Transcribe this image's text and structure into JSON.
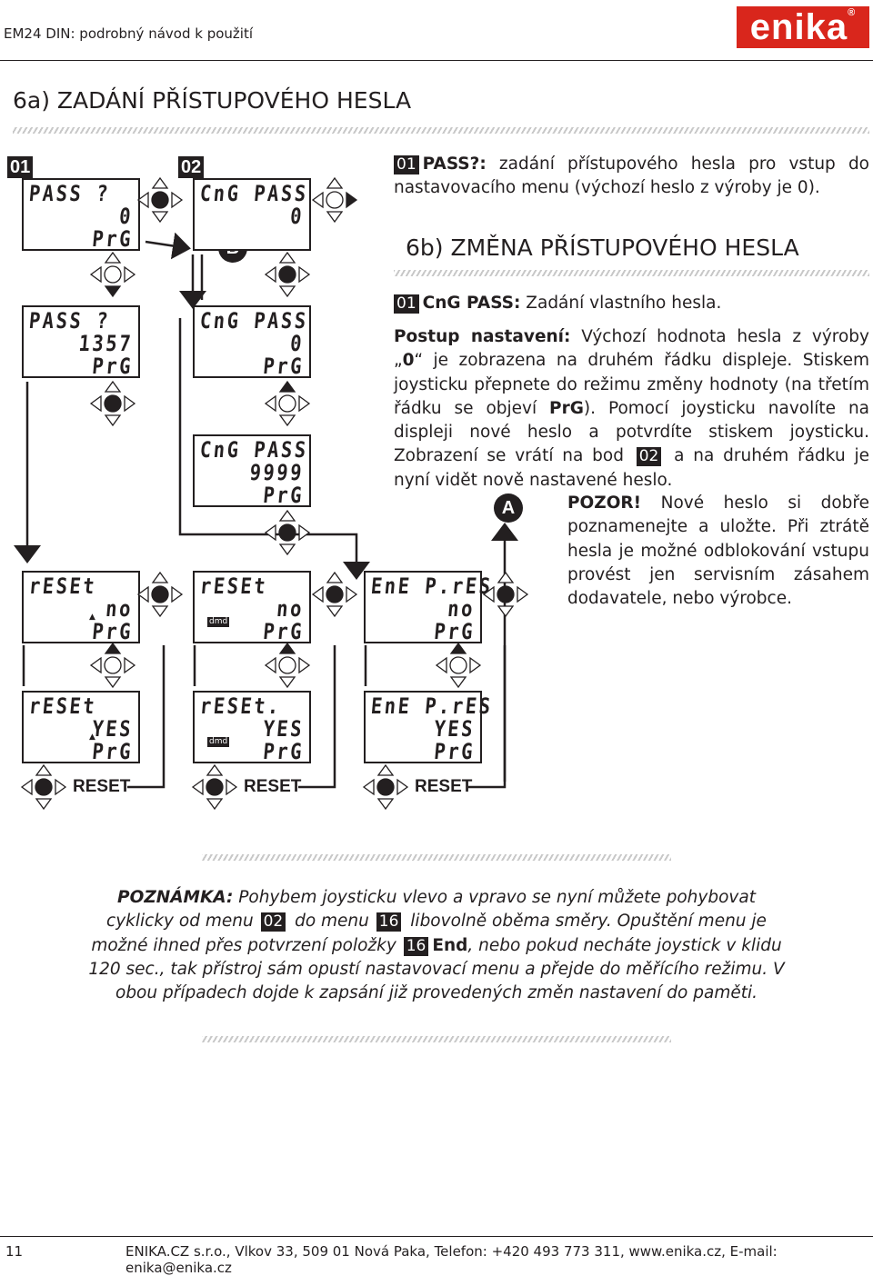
{
  "header": {
    "doc_title": "EM24 DIN: podrobný návod k použití",
    "logo_text": "enika",
    "logo_mark": "®"
  },
  "section_a": {
    "title": "6a) ZADÁNÍ PŘÍSTUPOVÉHO HESLA",
    "step01": {
      "badge": "01",
      "label": "PASS?:",
      "text": " zadání přístupového hesla pro vstup do nastavovacího menu (výchozí heslo z výroby je 0)."
    }
  },
  "section_b": {
    "title": "6b) ZMĚNA PŘÍSTUPOVÉHO HESLA",
    "step01": {
      "badge": "01",
      "label": "CnG PASS:",
      "text": " Zadání vlastního hesla."
    },
    "procedure": {
      "label": "Postup nastavení:",
      "t1": " Výchozí hodnota hesla z výroby „",
      "bold0": "0",
      "t2": "“ je zobrazena na druhém řádku displeje. Stiskem joysticku přepnete do režimu změny hodnoty (na třetím řádku se objeví ",
      "boldprg": "PrG",
      "t3": "). Pomocí joysticku navolíte na displeji nové heslo a potvrdíte stiskem joysticku. Zobrazení se vrátí na bod ",
      "badge": "02",
      "t4": " a na druhém řádku je nyní vidět nově nastavené heslo."
    },
    "warning": {
      "label": "POZOR!",
      "text": " Nové heslo si dobře poznamenejte a uložte. Při ztrátě hesla je možné odblokování vstupu provést jen servisním zásahem dodavatele, nebo výrobce."
    }
  },
  "diagram": {
    "badge_01": "01",
    "badge_02": "02",
    "marker_b": "B",
    "marker_a": "A",
    "reset_label": "RESET",
    "dmd_label": "dmd",
    "lcd": [
      {
        "r1": "PASS ?",
        "r2": "0",
        "r3": "PrG"
      },
      {
        "r1": "CnG PASS",
        "r2": "0",
        "r3": ""
      },
      {
        "r1": "PASS ?",
        "r2": "1357",
        "r3": "PrG"
      },
      {
        "r1": "CnG PASS",
        "r2": "0",
        "r3": "PrG"
      },
      {
        "r1": "CnG PASS",
        "r2": "9999",
        "r3": "PrG"
      },
      {
        "r1": "rESEt",
        "r2": "no",
        "r3": "PrG"
      },
      {
        "r1": "rESEt",
        "r2": "no",
        "r3": "PrG"
      },
      {
        "r1": "EnE P.rES",
        "r2": "no",
        "r3": "PrG"
      },
      {
        "r1": "rESEt",
        "r2": "YES",
        "r3": "PrG"
      },
      {
        "r1": "rESEt.",
        "r2": "YES",
        "r3": "PrG"
      },
      {
        "r1": "EnE P.rES",
        "r2": "YES",
        "r3": "PrG"
      }
    ]
  },
  "note": {
    "label": "POZNÁMKA:",
    "t1": " Pohybem joysticku vlevo a vpravo se nyní můžete pohybovat cyklicky od menu ",
    "b1": "02",
    "t2": " do menu ",
    "b2": "16",
    "t3": " libovolně oběma směry. Opuštění menu je možné ihned přes potvrzení položky ",
    "b3": "16",
    "end": "End",
    "t4": ", nebo pokud necháte joystick v klidu 120 sec., tak přístroj sám opustí nastavovací menu a přejde do měřícího režimu. V obou případech dojde k zapsání již provedených změn nastavení do paměti."
  },
  "footer": {
    "page": "11",
    "address": "ENIKA.CZ s.r.o., Vlkov 33, 509 01 Nová Paka, Telefon: +420 493 773 311, www.enika.cz, E-mail: enika@enika.cz"
  }
}
